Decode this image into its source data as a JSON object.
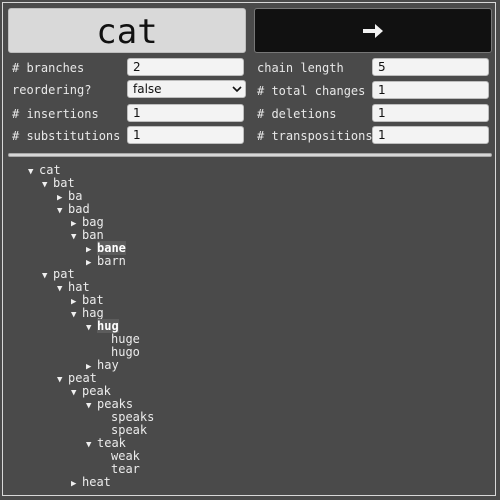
{
  "header": {
    "word": "cat",
    "go_icon": "right-arrow-icon"
  },
  "settings": {
    "branches": {
      "label": "# branches",
      "value": "2"
    },
    "chain_length": {
      "label": "chain length",
      "value": "5"
    },
    "reordering": {
      "label": "reordering?",
      "value": "false"
    },
    "total_changes": {
      "label": "# total changes",
      "value": "1"
    },
    "insertions": {
      "label": "# insertions",
      "value": "1"
    },
    "deletions": {
      "label": "# deletions",
      "value": "1"
    },
    "substitutions": {
      "label": "# substitutions",
      "value": "1"
    },
    "transpositions": {
      "label": "# transpositions",
      "value": "1"
    }
  },
  "tree": {
    "n0": "cat",
    "n1": "bat",
    "n2": "ba",
    "n3": "bad",
    "n4": "bag",
    "n5": "ban",
    "n6": "bane",
    "n7": "barn",
    "n8": "pat",
    "n9": "hat",
    "n10": "bat",
    "n11": "hag",
    "n12": "hug",
    "n13": "huge",
    "n14": "hugo",
    "n15": "hay",
    "n16": "peat",
    "n17": "peak",
    "n18": "peaks",
    "n19": "speaks",
    "n20": "speak",
    "n21": "teak",
    "n22": "weak",
    "n23": "tear",
    "n24": "heat"
  }
}
